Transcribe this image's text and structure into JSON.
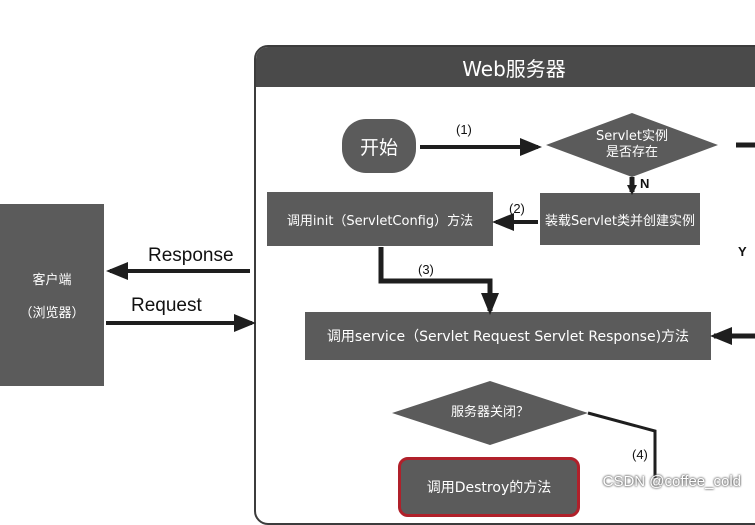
{
  "client": {
    "line1": "客户端",
    "line2": "（浏览器）"
  },
  "arrows": {
    "response": "Response",
    "request": "Request"
  },
  "server": {
    "title": "Web服务器"
  },
  "nodes": {
    "start": "开始",
    "check_line1": "Servlet实例",
    "check_line2": "是否存在",
    "load": "装载Servlet类并创建实例",
    "init": "调用init（ServletConfig）方法",
    "service": "调用service（Servlet Request Servlet Response)方法",
    "shutdown": "服务器关闭？",
    "destroy": "调用Destroy的方法"
  },
  "step_labels": {
    "s1": "(1)",
    "s2": "(2)",
    "s3": "(3)",
    "s4": "(4)",
    "n": "N",
    "y": "Y"
  },
  "watermark": "CSDN @coffee_cold",
  "colors": {
    "box": "#5b5b5b",
    "header": "#4a4a4a",
    "arrow": "#1e1e1e",
    "destroy_border": "#b0202a"
  }
}
